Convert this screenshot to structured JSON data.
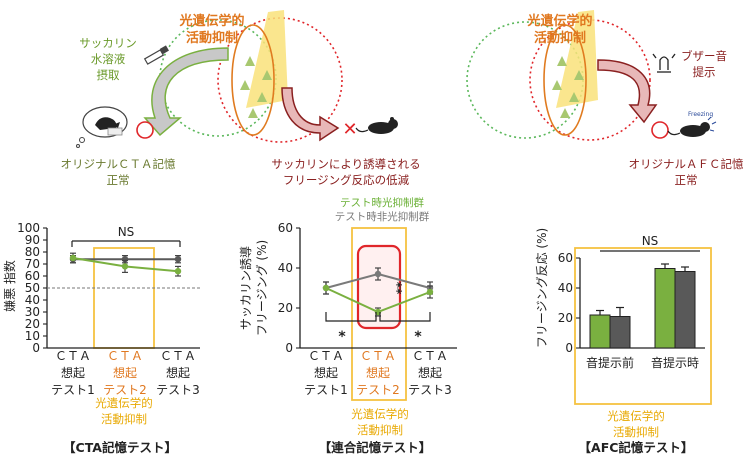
{
  "colors": {
    "green": "#7ab040",
    "dark_green": "#5a8a2a",
    "olive_text": "#6a7a30",
    "orange": "#e07b20",
    "orange_text": "#e07820",
    "red": "#e0262a",
    "dark_red": "#8a2020",
    "yellow": "#f5c242",
    "gray": "#7a7a7a",
    "dark_gray": "#595959"
  },
  "top": {
    "left_diagram": {
      "optogenetic_label_line1": "光遺伝学的",
      "optogenetic_label_line2": "活動抑制",
      "saccharin_line1": "サッカリン",
      "saccharin_line2": "水溶液",
      "saccharin_line3": "摂取",
      "original_memory": "オリジナルＣＴＡ記憶",
      "normal": "正常",
      "caption_line1": "サッカリンにより誘導される",
      "caption_line2": "フリージング反応の低減",
      "cross_mark": "✕"
    },
    "right_diagram": {
      "optogenetic_label_line1": "光遺伝学的",
      "optogenetic_label_line2": "活動抑制",
      "buzzer_line1": "ブザー音",
      "buzzer_line2": "提示",
      "freezing": "Freezing",
      "original_memory": "オリジナルＡＦＣ記憶",
      "normal": "正常"
    }
  },
  "panels": {
    "cta": {
      "title": "【CTA記憶テスト】",
      "ylabel": "嫌悪 指数",
      "sig_label": "NS",
      "optogenetic_line1": "光遺伝学的",
      "optogenetic_line2": "活動抑制",
      "tests": [
        {
          "line1": "ＣＴＡ",
          "line2": "想起",
          "line3": "テスト1",
          "highlight": false
        },
        {
          "line1": "ＣＴＡ",
          "line2": "想起",
          "line3": "テスト2",
          "highlight": true
        },
        {
          "line1": "ＣＴＡ",
          "line2": "想起",
          "line3": "テスト3",
          "highlight": false
        }
      ]
    },
    "assoc": {
      "title": "【連合記憶テスト】",
      "ylabel_line1": "サッカリン誘導",
      "ylabel_line2": "フリージング (%)",
      "legend_green": "テスト時光抑制群",
      "legend_gray": "テスト時非光抑制群",
      "sig_star": "*",
      "sig_double": "**",
      "optogenetic_line1": "光遺伝学的",
      "optogenetic_line2": "活動抑制",
      "tests": [
        {
          "line1": "ＣＴＡ",
          "line2": "想起",
          "line3": "テスト1",
          "highlight": false
        },
        {
          "line1": "ＣＴＡ",
          "line2": "想起",
          "line3": "テスト2",
          "highlight": true
        },
        {
          "line1": "ＣＴＡ",
          "line2": "想起",
          "line3": "テスト3",
          "highlight": false
        }
      ]
    },
    "afc": {
      "title": "【AFC記憶テスト】",
      "ylabel": "フリージング反応 (%)",
      "sig_label": "NS",
      "cat1": "音提示前",
      "cat2": "音提示時",
      "optogenetic_line1": "光遺伝学的",
      "optogenetic_line2": "活動抑制"
    }
  },
  "chart_data": [
    {
      "type": "line",
      "ylabel": "嫌悪 指数",
      "ylim": [
        0,
        100
      ],
      "yticks": [
        0,
        10,
        20,
        30,
        40,
        50,
        60,
        70,
        80,
        90,
        100
      ],
      "categories": [
        "CTA想起テスト1",
        "CTA想起テスト2",
        "CTA想起テスト3"
      ],
      "series": [
        {
          "color": "#7ab040",
          "values": [
            75,
            68,
            64
          ],
          "errors": [
            4,
            5,
            4
          ]
        },
        {
          "color": "#595959",
          "values": [
            74,
            74,
            74
          ],
          "errors": [
            3,
            3,
            3
          ]
        }
      ],
      "reference_line": 50
    },
    {
      "type": "line",
      "ylabel": "サッカリン誘導 フリージング (%)",
      "ylim": [
        0,
        60
      ],
      "yticks": [
        0,
        20,
        40,
        60
      ],
      "categories": [
        "CTA想起テスト1",
        "CTA想起テスト2",
        "CTA想起テスト3"
      ],
      "series": [
        {
          "name": "テスト時光抑制群",
          "color": "#7ab040",
          "values": [
            30,
            18,
            28
          ],
          "errors": [
            3,
            2,
            3
          ]
        },
        {
          "name": "テスト時非光抑制群",
          "color": "#7a7a7a",
          "values": [
            30,
            37,
            30
          ],
          "errors": [
            3,
            3,
            3
          ]
        }
      ]
    },
    {
      "type": "bar",
      "ylabel": "フリージング反応 (%)",
      "ylim": [
        0,
        60
      ],
      "yticks": [
        0,
        20,
        40,
        60
      ],
      "categories": [
        "音提示前",
        "音提示時"
      ],
      "series": [
        {
          "color": "#7ab040",
          "values": [
            22,
            53
          ],
          "errors": [
            3,
            3
          ]
        },
        {
          "color": "#595959",
          "values": [
            21,
            51
          ],
          "errors": [
            6,
            3
          ]
        }
      ]
    }
  ]
}
